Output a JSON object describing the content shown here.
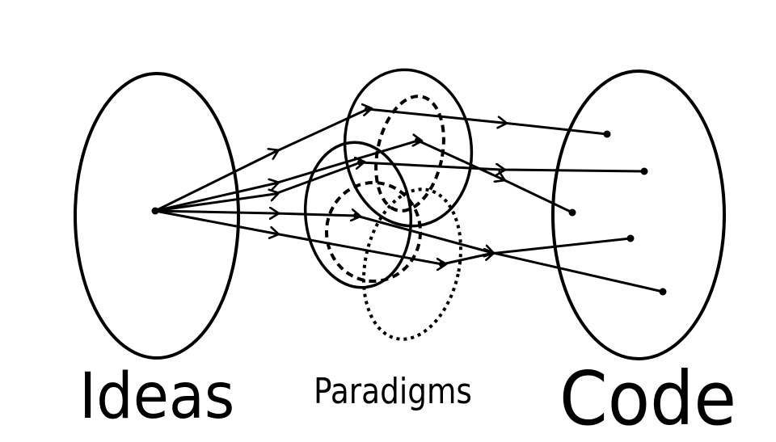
{
  "labels": {
    "ideas": "Ideas",
    "paradigms": "Paradigms",
    "code": "Code"
  },
  "colors": {
    "stroke": "#000000",
    "background": "#ffffff"
  },
  "regions": [
    {
      "id": "ideas",
      "style": "solid"
    },
    {
      "id": "paradigm-top-solid",
      "style": "solid"
    },
    {
      "id": "paradigm-top-dashed",
      "style": "dashed"
    },
    {
      "id": "paradigm-left-solid",
      "style": "solid"
    },
    {
      "id": "paradigm-bottom-dashed",
      "style": "dashed"
    },
    {
      "id": "paradigm-bottom-dotted",
      "style": "dotted"
    },
    {
      "id": "code",
      "style": "solid"
    }
  ],
  "mappings": [
    {
      "from": "ideas",
      "via": "paradigm",
      "to": "code",
      "arrows": 2
    },
    {
      "from": "ideas",
      "via": "paradigm",
      "to": "code",
      "arrows": 2
    },
    {
      "from": "ideas",
      "via": "paradigm",
      "to": "code",
      "arrows": 2
    },
    {
      "from": "ideas",
      "via": "paradigm",
      "to": "code",
      "arrows": 2
    },
    {
      "from": "ideas",
      "via": "paradigm",
      "to": "code",
      "arrows": 2
    }
  ]
}
